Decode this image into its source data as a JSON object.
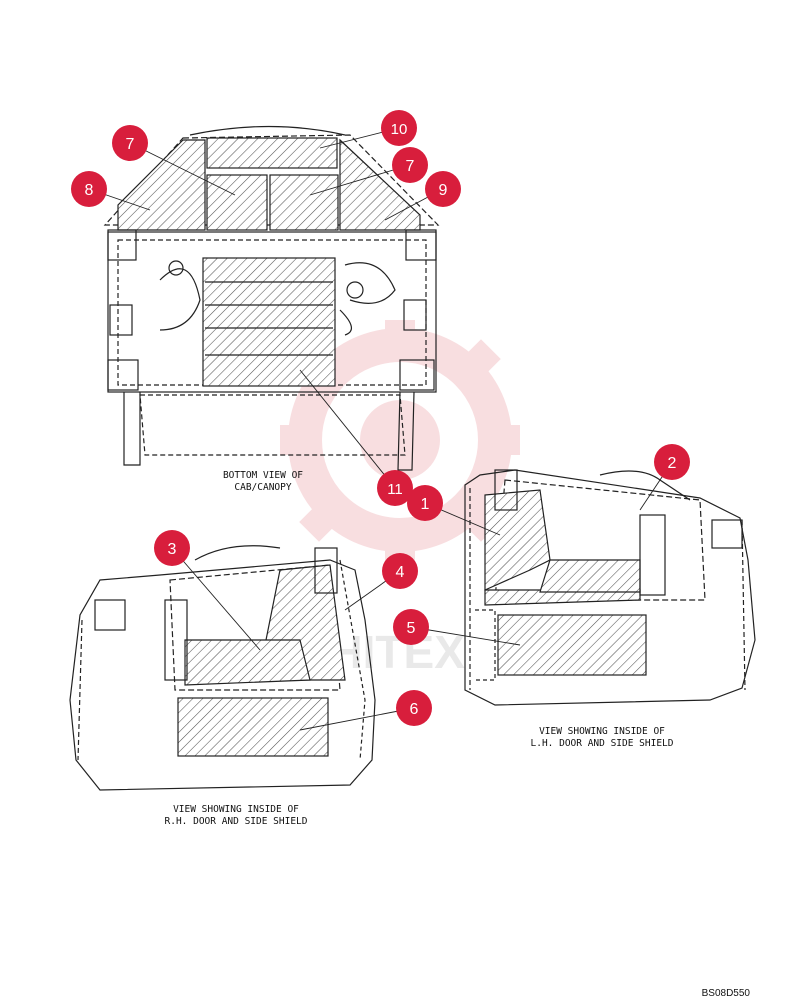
{
  "diagram": {
    "colors": {
      "callout": "#d81e3c",
      "line": "#222222",
      "hatch": "#555555",
      "watermark": "#f3c4c8"
    },
    "views": [
      {
        "id": "bottom",
        "caption_line1": "BOTTOM VIEW OF",
        "caption_line2": "CAB/CANOPY"
      },
      {
        "id": "lh",
        "caption_line1": "VIEW SHOWING INSIDE OF",
        "caption_line2": "L.H. DOOR AND SIDE SHIELD"
      },
      {
        "id": "rh",
        "caption_line1": "VIEW SHOWING INSIDE OF",
        "caption_line2": "R.H. DOOR AND SIDE SHIELD"
      }
    ],
    "callouts": [
      "1",
      "2",
      "3",
      "4",
      "5",
      "6",
      "7",
      "7",
      "8",
      "9",
      "10",
      "11"
    ],
    "drawing_code": "BS08D550",
    "watermark_text": "MHITEX"
  }
}
